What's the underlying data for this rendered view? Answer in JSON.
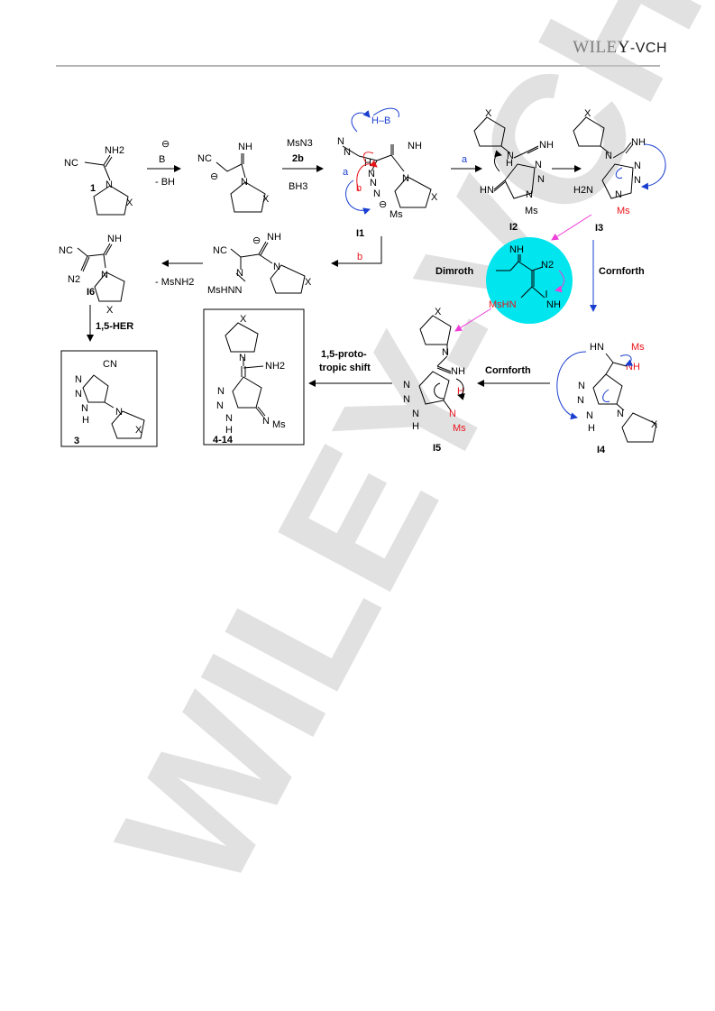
{
  "header": {
    "publisher_part1": "WILEY",
    "publisher_part2": "-VCH"
  },
  "watermark": "WILEY-VCH",
  "reagents": {
    "base": "B",
    "minus_bh": "- BH",
    "azide": "MsN3",
    "azide_ref": "2b",
    "bh3": "BH3",
    "hb": "H–B",
    "minus_msnh2": "- MsNH2",
    "pathway_a": "a",
    "pathway_b": "b"
  },
  "steps": {
    "dimroth": "Dimroth",
    "cornforth_1": "Cornforth",
    "cornforth_2": "Cornforth",
    "her": "1,5-HER",
    "proto_line1": "1,5-proto-",
    "proto_line2": "tropic shift"
  },
  "compounds": {
    "c1": "1",
    "i1": "I1",
    "i2": "I2",
    "i3": "I3",
    "i4": "I4",
    "i5": "I5",
    "i6": "I6",
    "c3": "3",
    "c4_14": "4-14"
  },
  "atoms": {
    "nc": "NC",
    "cn": "CN",
    "nh2": "NH2",
    "nh": "NH",
    "hn": "HN",
    "h2n": "H2N",
    "n": "N",
    "h": "H",
    "x": "X",
    "ms": "Ms",
    "mshn": "MsHN",
    "msnhn": "MsHNN",
    "n2": "N2",
    "n_eq": "N",
    "minus": "⊖"
  },
  "colors": {
    "blue_arrow": "#1b3fd0",
    "red_arrow": "#e8141b",
    "magenta_arrow": "#ee3fd8",
    "dimroth_highlight": "#00e5ee",
    "rule": "#b3b3b3",
    "watermark": "#c9c9c9"
  }
}
